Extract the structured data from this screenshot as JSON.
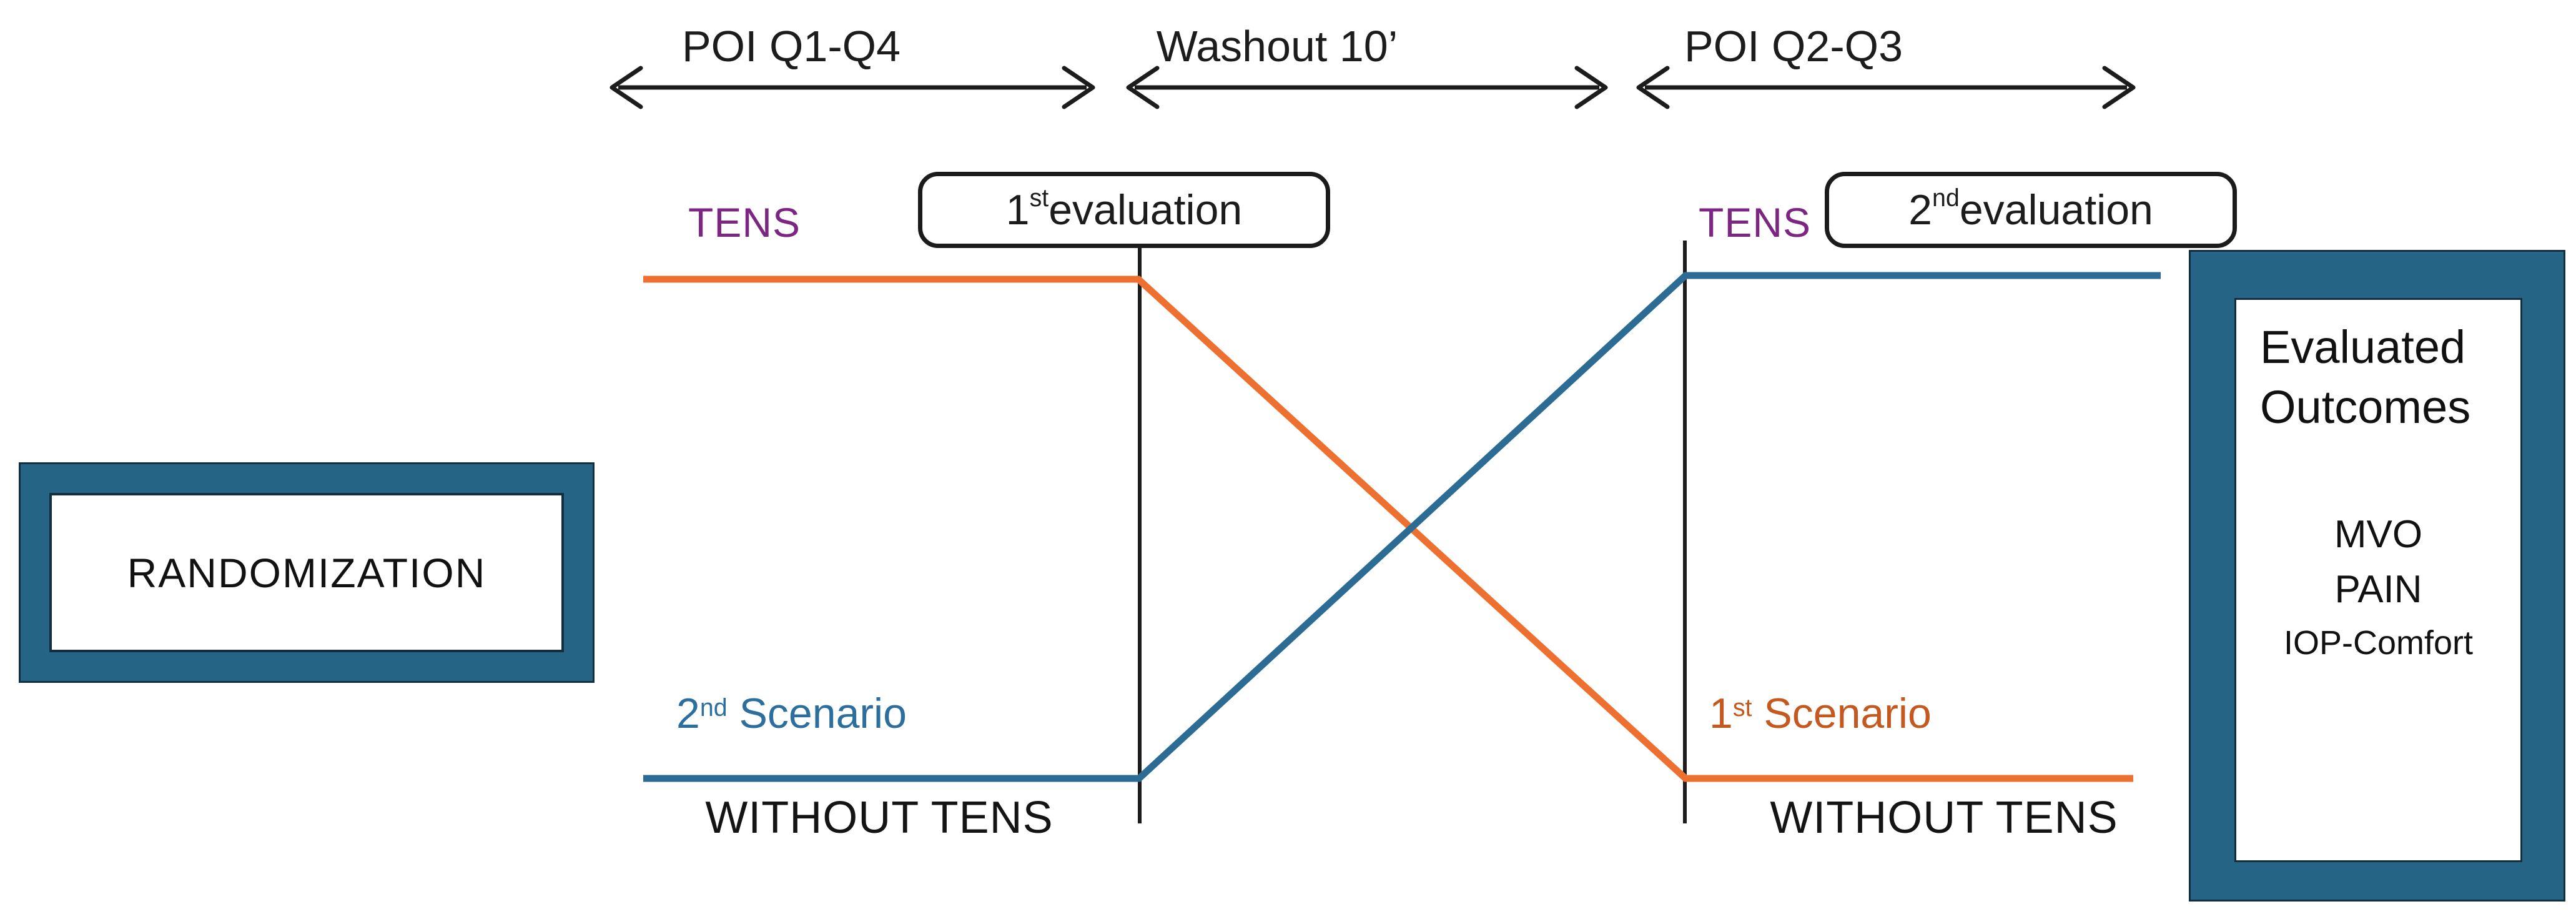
{
  "colors": {
    "ink": "#1c1c1c",
    "line-orange": "#ee7031",
    "line-blue": "#2b6b94",
    "text-orange": "#c5581e",
    "text-blue": "#2c6f9e",
    "purple": "#7d2583",
    "teal-frame": "#266486",
    "frame-outline": "#132f3f",
    "paper": "#ffffff"
  },
  "timeline": {
    "phases": [
      {
        "label": "POI Q1-Q4"
      },
      {
        "label": "Washout 10’"
      },
      {
        "label": "POI Q2-Q3"
      }
    ]
  },
  "randomization": {
    "label": "RANDOMIZATION"
  },
  "evaluation_boxes": [
    {
      "number": "1",
      "ordinal_suffix": "st",
      "label": " evaluation"
    },
    {
      "number": "2",
      "ordinal_suffix": "nd",
      "label": " evaluation"
    }
  ],
  "tens": {
    "left": "TENS",
    "right": "TENS"
  },
  "scenarios": {
    "left": {
      "number": "2",
      "ordinal_suffix": "nd",
      "label": " Scenario"
    },
    "right": {
      "number": "1",
      "ordinal_suffix": "st",
      "label": " Scenario"
    }
  },
  "without_tens": {
    "left": "WITHOUT TENS",
    "right": "WITHOUT TENS"
  },
  "outcomes": {
    "title_line1": "Evaluated",
    "title_line2": "Outcomes",
    "items": [
      "MVO",
      "PAIN",
      "IOP-Comfort"
    ]
  }
}
